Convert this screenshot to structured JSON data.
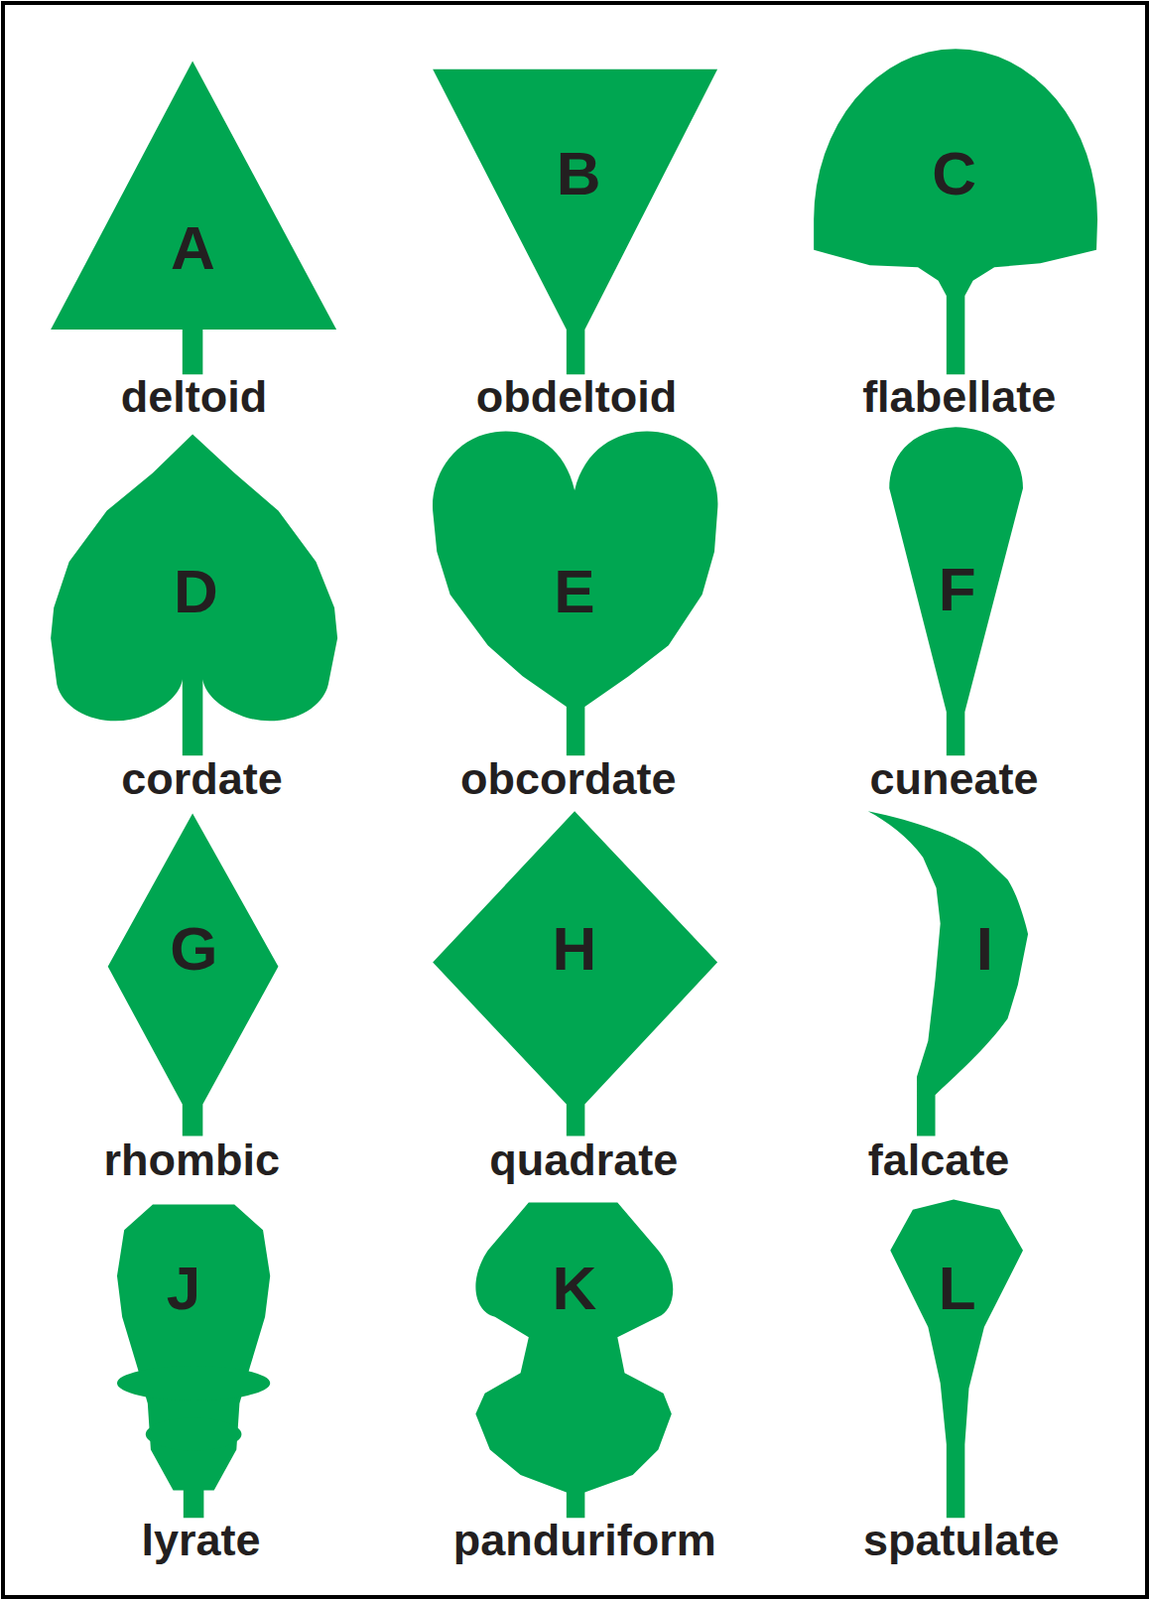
{
  "diagram": {
    "nodes": [
      {
        "text": [
          "A",
          "deltoid"
        ]
      },
      {
        "text": [
          "B",
          "obdeltoid"
        ]
      },
      {
        "text": [
          "C",
          "flabellate"
        ]
      },
      {
        "text": [
          "D",
          "cordate"
        ]
      },
      {
        "text": [
          "E",
          "obcordate"
        ]
      },
      {
        "text": [
          "F",
          "cuneate"
        ]
      },
      {
        "text": [
          "G",
          "rhombic"
        ]
      },
      {
        "text": [
          "H",
          "quadrate"
        ]
      },
      {
        "text": [
          "I",
          "falcate"
        ]
      },
      {
        "text": [
          "J",
          "lyrate"
        ]
      },
      {
        "text": [
          "K",
          "panduriform"
        ]
      },
      {
        "text": [
          "L",
          "spatulate"
        ]
      }
    ]
  }
}
